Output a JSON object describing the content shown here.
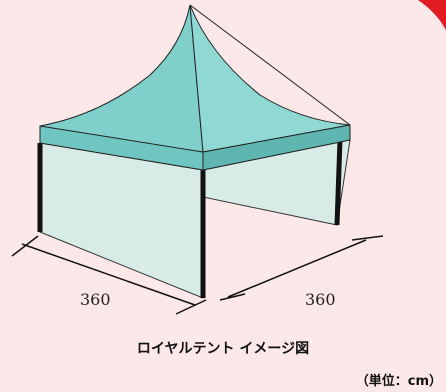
{
  "diagram": {
    "dimension_width": "360",
    "dimension_depth": "360",
    "caption": "ロイヤルテント イメージ図",
    "unit": "（単位：cm）",
    "colors": {
      "background": "#fce8e8",
      "roof": "#7fd0cb",
      "roof_dark": "#5fb6b0",
      "side_wall": "#d8ebe6",
      "leg": "#111111",
      "corner_accent": "#e01b24"
    }
  }
}
